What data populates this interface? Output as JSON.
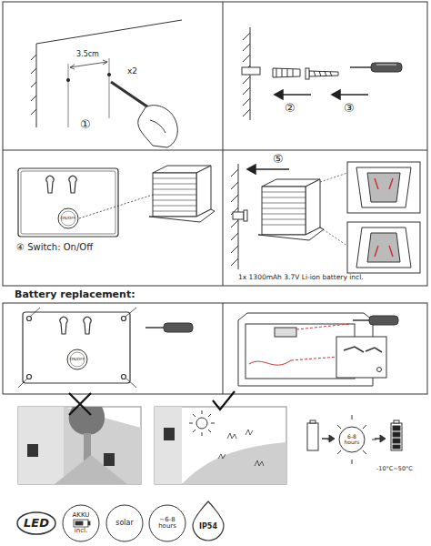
{
  "diagram": {
    "nodes": [
      {
        "text": [
          "ON/OFF"
        ]
      },
      {
        "text": [
          "ON/OFF"
        ]
      },
      {
        "text": [
          "6-8 hours"
        ]
      },
      {
        "text": [
          "LED"
        ]
      },
      {
        "text": [
          "AKKU",
          "incl."
        ]
      },
      {
        "text": [
          "solar"
        ]
      },
      {
        "text": [
          "~6-8 hours"
        ]
      },
      {
        "text": [
          "IP54"
        ]
      }
    ],
    "labels": [
      "3.5cm",
      "x2",
      "①",
      "②",
      "③",
      "④ Switch: On/Off",
      "⑤",
      "1x 1300mAh 3.7V Li-ion battery incl.",
      "Battery replacement:",
      "-10°C~50°C"
    ]
  }
}
